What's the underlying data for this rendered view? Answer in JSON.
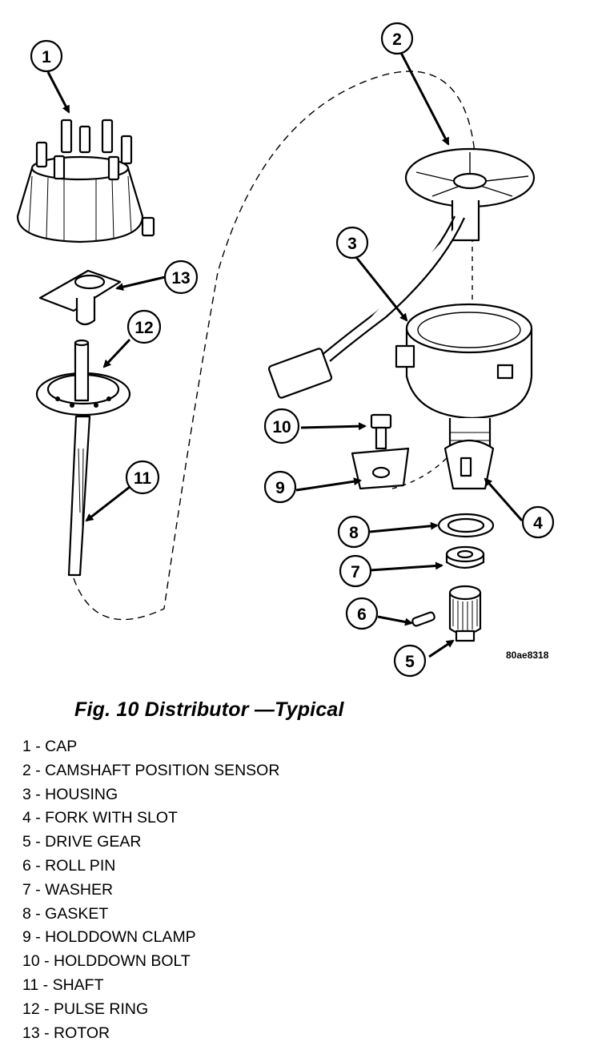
{
  "figure": {
    "code": "80ae8318",
    "caption": "Fig. 10 Distributor —Typical"
  },
  "callouts": [
    "1",
    "2",
    "3",
    "4",
    "5",
    "6",
    "7",
    "8",
    "9",
    "10",
    "11",
    "12",
    "13"
  ],
  "legend": [
    "1 - CAP",
    "2 - CAMSHAFT POSITION SENSOR",
    "3 - HOUSING",
    "4 - FORK WITH SLOT",
    "5 - DRIVE GEAR",
    "6 - ROLL PIN",
    "7 - WASHER",
    "8 - GASKET",
    "9 - HOLDDOWN CLAMP",
    "10 - HOLDDOWN BOLT",
    "11 - SHAFT",
    "12 - PULSE RING",
    "13 - ROTOR"
  ]
}
